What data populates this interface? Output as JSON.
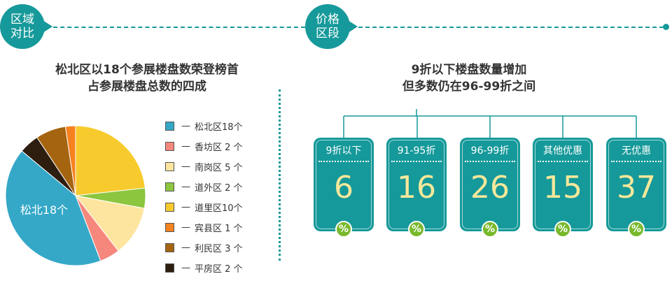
{
  "left_section": {
    "tag_line1": "区域",
    "tag_line2": "对比",
    "title_line1": "松北区以18个参展楼盘数荣登榜首",
    "title_line2": "占参展楼盘总数的四成"
  },
  "right_section": {
    "tag_line1": "价格",
    "tag_line2": "区段",
    "title_line1": "9折以下楼盘数量增加",
    "title_line2": "但多数仍在96-99折之间"
  },
  "chart_data": [
    {
      "type": "pie",
      "title": "",
      "slice_label": "松北18个",
      "slices": [
        {
          "label": "松北区18个",
          "value": 18,
          "color": "#35a8c8"
        },
        {
          "label": "香坊区 2 个",
          "value": 2,
          "color": "#f6877d"
        },
        {
          "label": "南岗区 5 个",
          "value": 5,
          "color": "#fde5a0"
        },
        {
          "label": "道外区 2 个",
          "value": 2,
          "color": "#8cc63f"
        },
        {
          "label": "道里区10个",
          "value": 10,
          "color": "#f7cb2d"
        },
        {
          "label": "宾县区 1 个",
          "value": 1,
          "color": "#f6821f"
        },
        {
          "label": "利民区 3 个",
          "value": 3,
          "color": "#a5640f"
        },
        {
          "label": "平房区 2 个",
          "value": 2,
          "color": "#2d1e10"
        }
      ],
      "legend_placement": "right"
    },
    {
      "type": "table",
      "categories": [
        "9折以下",
        "91-95折",
        "96-99折",
        "其他优惠",
        "无优惠"
      ],
      "values": [
        6,
        16,
        26,
        15,
        37
      ],
      "unit": "%"
    }
  ],
  "legend_dash": "—"
}
